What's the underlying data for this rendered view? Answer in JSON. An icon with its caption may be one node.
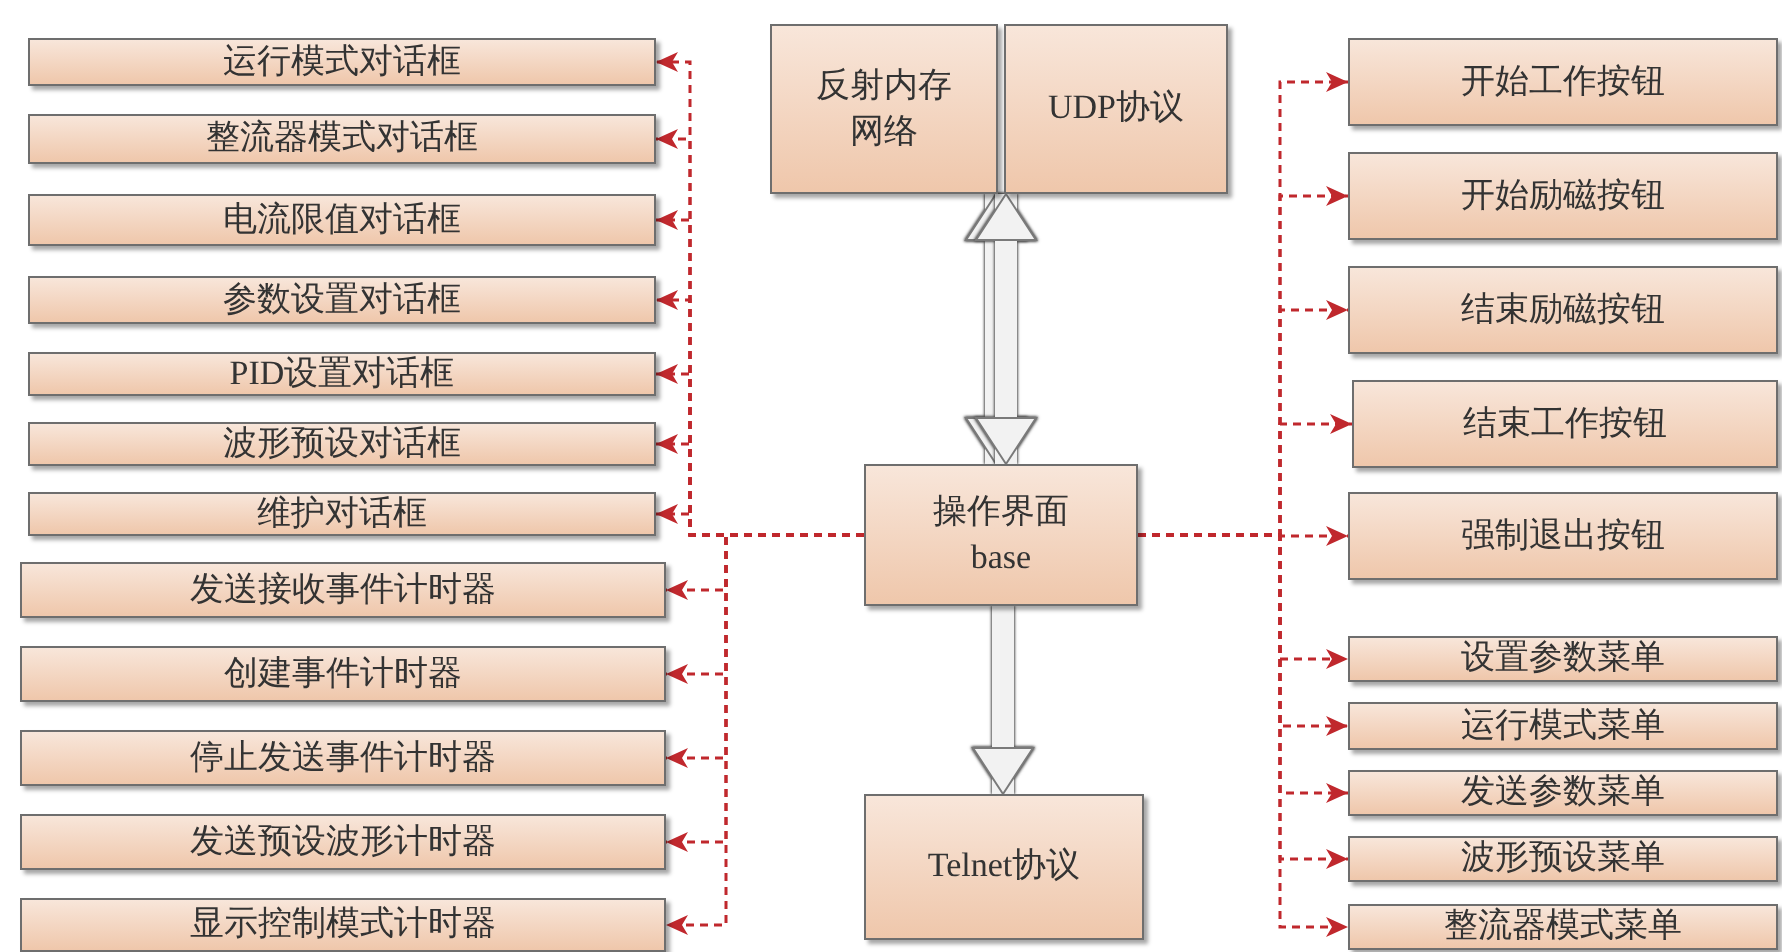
{
  "diagram": {
    "nodes": [
      {
        "text": [
          "运行模式对话框"
        ]
      },
      {
        "text": [
          "整流器模式对话框"
        ]
      },
      {
        "text": [
          "电流限值对话框"
        ]
      },
      {
        "text": [
          "参数设置对话框"
        ]
      },
      {
        "text": [
          "PID设置对话框"
        ]
      },
      {
        "text": [
          "波形预设对话框"
        ]
      },
      {
        "text": [
          "维护对话框"
        ]
      },
      {
        "text": [
          "发送接收事件计时器"
        ]
      },
      {
        "text": [
          "创建事件计时器"
        ]
      },
      {
        "text": [
          "停止发送事件计时器"
        ]
      },
      {
        "text": [
          "发送预设波形计时器"
        ]
      },
      {
        "text": [
          "显示控制模式计时器"
        ]
      },
      {
        "text": [
          "反射内存网络"
        ]
      },
      {
        "text": [
          "UDP协议"
        ]
      },
      {
        "text": [
          "操作界面 base"
        ]
      },
      {
        "text": [
          "Telnet协议"
        ]
      },
      {
        "text": [
          "开始工作按钮"
        ]
      },
      {
        "text": [
          "开始励磁按钮"
        ]
      },
      {
        "text": [
          "结束励磁按钮"
        ]
      },
      {
        "text": [
          "结束工作按钮"
        ]
      },
      {
        "text": [
          "强制退出按钮"
        ]
      },
      {
        "text": [
          "设置参数菜单"
        ]
      },
      {
        "text": [
          "运行模式菜单"
        ]
      },
      {
        "text": [
          "发送参数菜单"
        ]
      },
      {
        "text": [
          "波形预设菜单"
        ]
      },
      {
        "text": [
          "整流器模式菜单"
        ]
      }
    ],
    "edges": [
      {
        "from": 14,
        "to": 12,
        "arrow": "both",
        "style": "thick",
        "color": "#f2f2f2"
      },
      {
        "from": 14,
        "to": 13,
        "arrow": "both",
        "style": "thick",
        "color": "#f2f2f2"
      },
      {
        "from": 14,
        "to": 15,
        "arrow": "to",
        "style": "thick",
        "color": "#f2f2f2"
      },
      {
        "from": 14,
        "to": 0,
        "arrow": "to",
        "style": "dashed"
      },
      {
        "from": 14,
        "to": 1,
        "arrow": "to",
        "style": "dashed"
      },
      {
        "from": 14,
        "to": 2,
        "arrow": "to",
        "style": "dashed"
      },
      {
        "from": 14,
        "to": 3,
        "arrow": "to",
        "style": "dashed"
      },
      {
        "from": 14,
        "to": 4,
        "arrow": "to",
        "style": "dashed"
      },
      {
        "from": 14,
        "to": 5,
        "arrow": "to",
        "style": "dashed"
      },
      {
        "from": 14,
        "to": 6,
        "arrow": "to",
        "style": "dashed"
      },
      {
        "from": 14,
        "to": 7,
        "arrow": "to",
        "style": "dashed"
      },
      {
        "from": 14,
        "to": 8,
        "arrow": "to",
        "style": "dashed"
      },
      {
        "from": 14,
        "to": 9,
        "arrow": "to",
        "style": "dashed"
      },
      {
        "from": 14,
        "to": 10,
        "arrow": "to",
        "style": "dashed"
      },
      {
        "from": 14,
        "to": 11,
        "arrow": "to",
        "style": "dashed"
      },
      {
        "from": 14,
        "to": 16,
        "arrow": "to",
        "style": "dashed"
      },
      {
        "from": 14,
        "to": 17,
        "arrow": "to",
        "style": "dashed"
      },
      {
        "from": 14,
        "to": 18,
        "arrow": "to",
        "style": "dashed"
      },
      {
        "from": 14,
        "to": 19,
        "arrow": "to",
        "style": "dashed"
      },
      {
        "from": 14,
        "to": 20,
        "arrow": "to",
        "style": "dashed"
      },
      {
        "from": 14,
        "to": 21,
        "arrow": "to",
        "style": "dashed"
      },
      {
        "from": 14,
        "to": 22,
        "arrow": "to",
        "style": "dashed"
      },
      {
        "from": 14,
        "to": 23,
        "arrow": "to",
        "style": "dashed"
      },
      {
        "from": 14,
        "to": 24,
        "arrow": "to",
        "style": "dashed"
      },
      {
        "from": 14,
        "to": 25,
        "arrow": "to",
        "style": "dashed"
      }
    ]
  }
}
